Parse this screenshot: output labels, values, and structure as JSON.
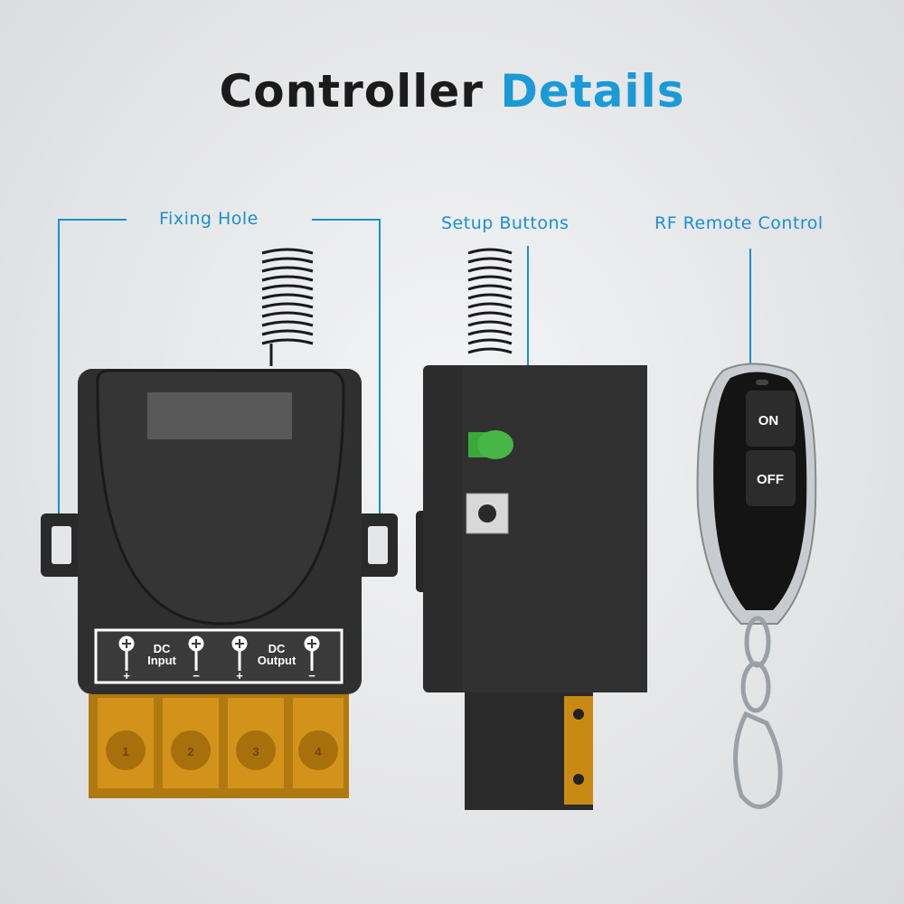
{
  "title": {
    "word1": "Controller",
    "word2": "Details"
  },
  "colors": {
    "accent": "#1a9ad6",
    "title_dark": "#1b1b1b",
    "case": "#2b2b2b",
    "terminal": "#c98a14",
    "led": "#3aa93a"
  },
  "callouts": {
    "fixing_hole": "Fixing Hole",
    "setup_buttons": "Setup Buttons",
    "rf_remote": "RF Remote Control"
  },
  "terminal_panel": {
    "input_label": [
      "DC",
      "Input"
    ],
    "output_label": [
      "DC",
      "Output"
    ],
    "polarity": [
      "+",
      "−",
      "+",
      "−"
    ],
    "terminal_numbers": [
      "1",
      "2",
      "3",
      "4"
    ]
  },
  "remote": {
    "on_label": "ON",
    "off_label": "OFF"
  }
}
